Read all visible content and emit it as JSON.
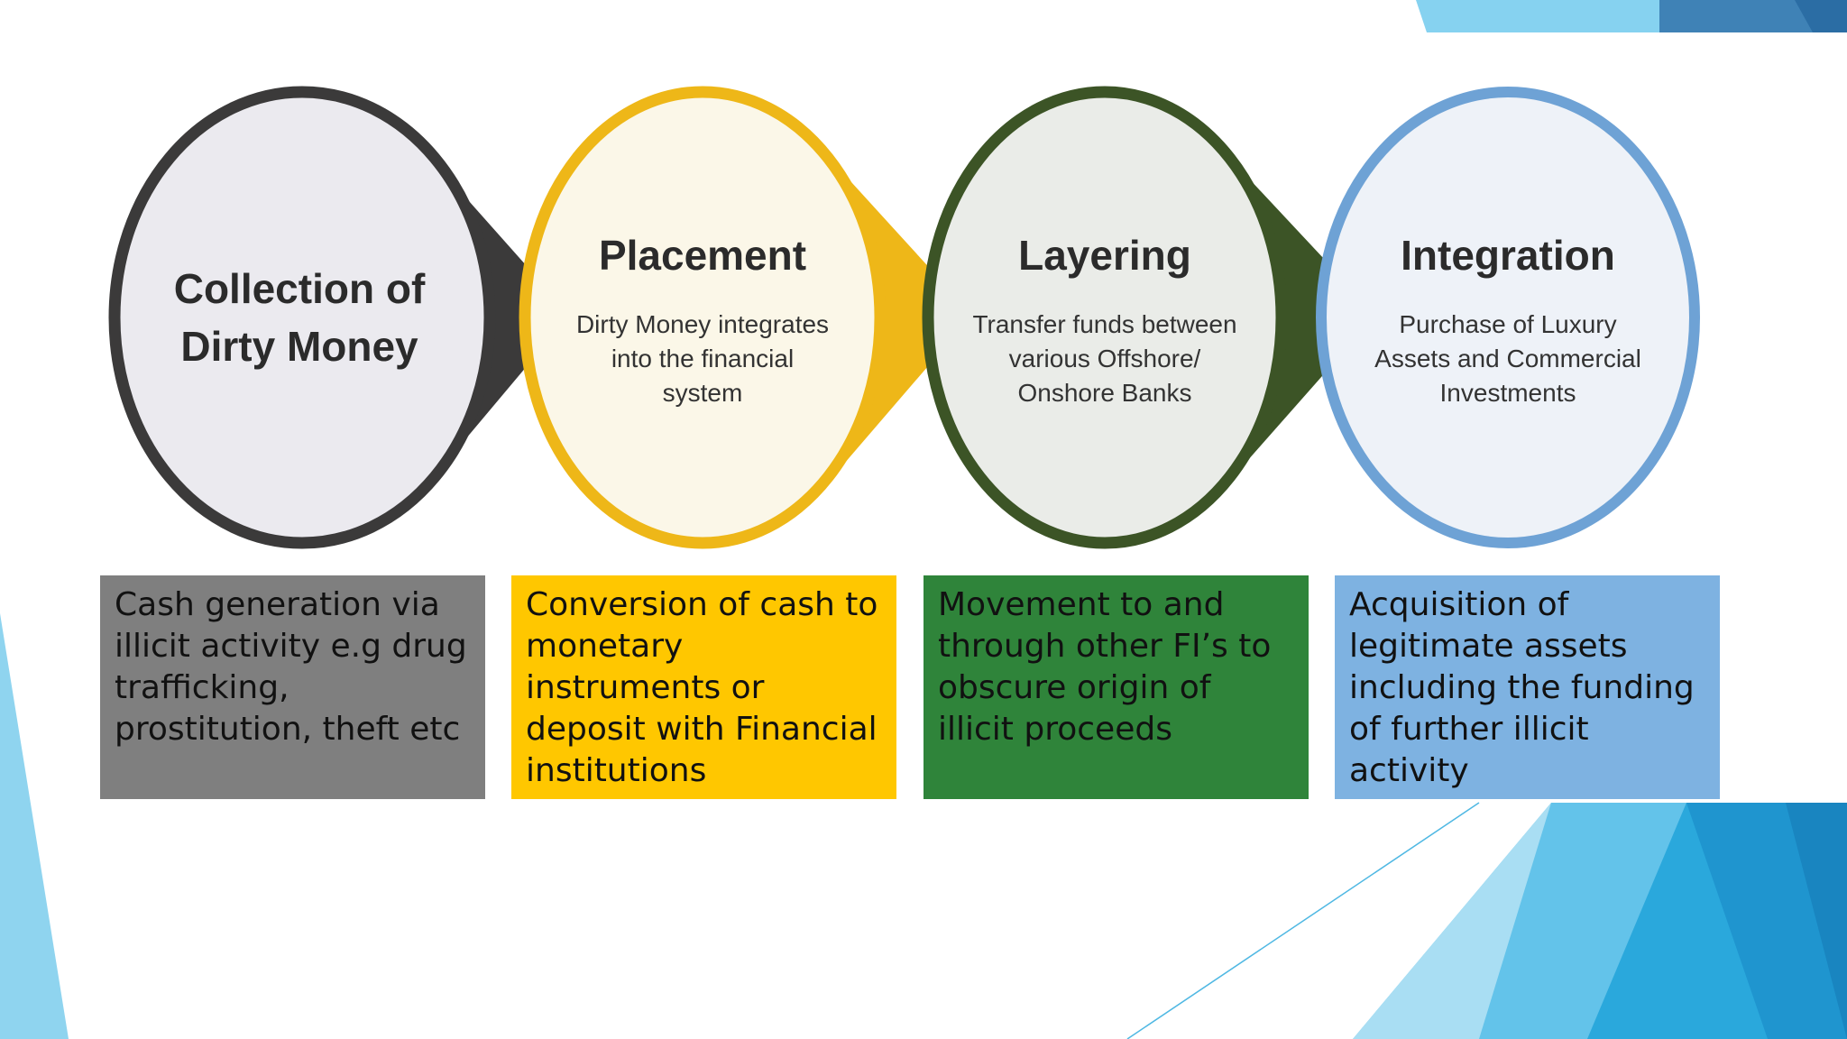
{
  "stages": [
    {
      "title_lines": [
        "Collection of",
        "Dirty Money"
      ],
      "desc_lines": [],
      "ring_color": "#3b3a3a",
      "fill_color": "#ebeaef"
    },
    {
      "title_lines": [
        "Placement"
      ],
      "desc_lines": [
        "Dirty Money integrates",
        "into the financial",
        "system"
      ],
      "ring_color": "#eeb718",
      "fill_color": "#fbf7e8"
    },
    {
      "title_lines": [
        "Layering"
      ],
      "desc_lines": [
        "Transfer funds between",
        "various Offshore/",
        "Onshore Banks"
      ],
      "ring_color": "#3c5426",
      "fill_color": "#eaece8"
    },
    {
      "title_lines": [
        "Integration"
      ],
      "desc_lines": [
        "Purchase of Luxury",
        "Assets and Commercial",
        "Investments"
      ],
      "ring_color": "#6ea2d5",
      "fill_color": "#eef2f8"
    }
  ],
  "boxes": [
    {
      "text": "Cash generation via illicit activity e.g drug trafficking, prostitution, theft etc",
      "color": "#7f7f7f"
    },
    {
      "text": "Conversion of cash to monetary instruments or deposit with Financial institutions",
      "color": "#ffc700"
    },
    {
      "text": "Movement to and through other FI’s to obscure origin of illicit proceeds",
      "color": "#2f843a"
    },
    {
      "text": "Acquisition of legitimate assets including the funding of further illicit activity",
      "color": "#7eb2e1"
    }
  ],
  "theme": {
    "accent_light": "#8fd4ef",
    "accent_mid": "#45b8e6",
    "accent_dark": "#1f94cf"
  }
}
